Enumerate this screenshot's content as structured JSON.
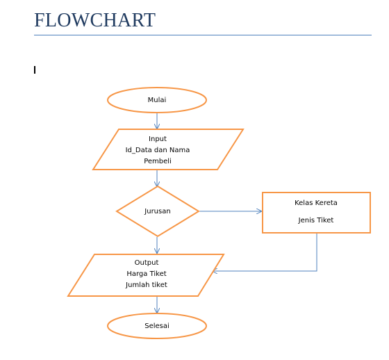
{
  "document": {
    "title": "FLOWCHART"
  },
  "flowchart": {
    "start": {
      "label": "Mulai"
    },
    "input": {
      "lines": [
        "Input",
        "Id_Data dan Nama",
        "Pembeli"
      ]
    },
    "decision": {
      "label": "Jurusan"
    },
    "process": {
      "lines": [
        "Kelas Kereta",
        "Jenis Tiket"
      ]
    },
    "output": {
      "lines": [
        "Output",
        "Harga Tiket",
        "Jumlah tiket"
      ]
    },
    "end": {
      "label": "Selesai"
    }
  },
  "colors": {
    "shape_outline": "#f79646",
    "connector": "#4f81bd",
    "title": "#1f3a5f"
  }
}
